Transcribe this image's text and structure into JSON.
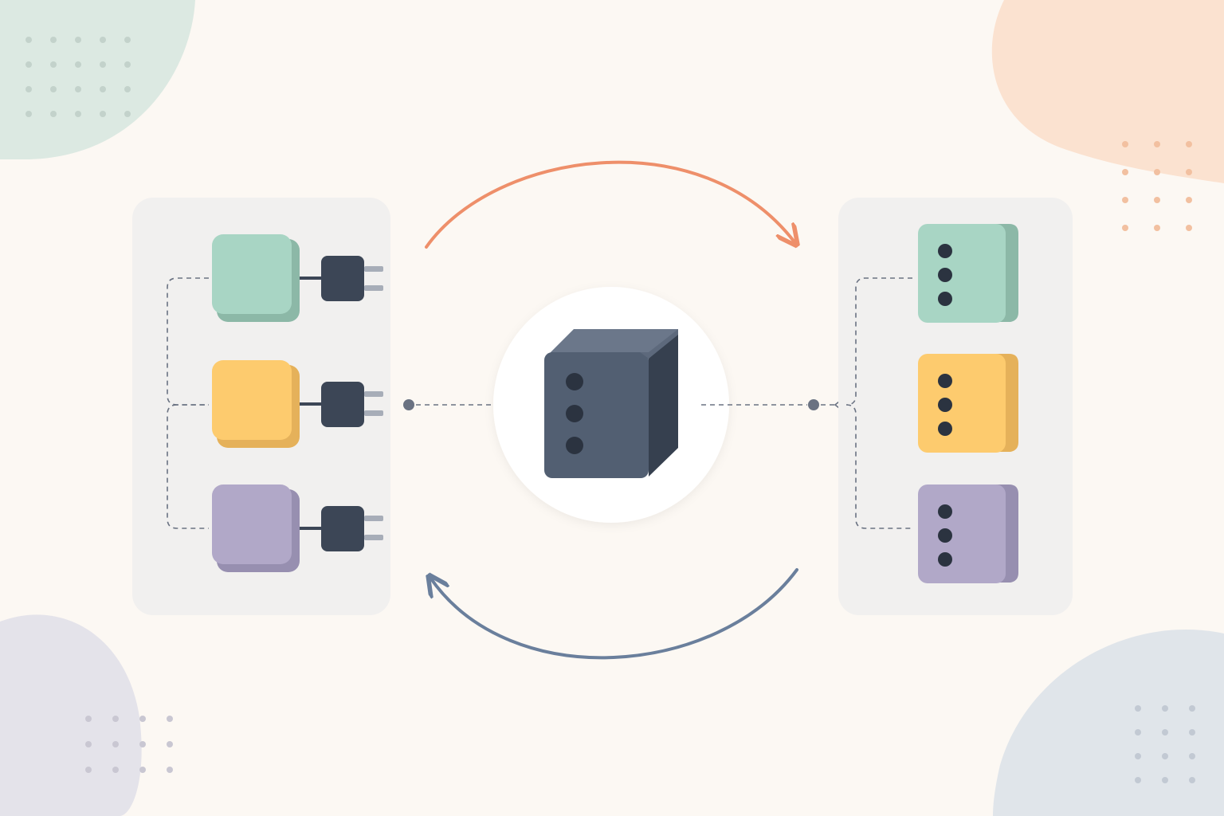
{
  "colors": {
    "background": "#fcf8f3",
    "panel": "#f1f0ef",
    "hub_disc": "#ffffff",
    "hub_front": "#525f72",
    "hub_side": "#36404f",
    "hub_top": "#6b778a",
    "plug": "#3c4656",
    "prong": "#a7adb8",
    "dashed_line": "#6a7282",
    "forward_arrow": "#ee8f6a",
    "return_arrow": "#6a7f9c",
    "green": "#a8d5c4",
    "green_side": "#8cb8a7",
    "yellow": "#fdcb6e",
    "yellow_side": "#e5b15a",
    "purple": "#b1a8c8",
    "purple_side": "#978fb0",
    "blob_green": "#dce9e2",
    "blob_peach": "#fbe2d0",
    "blob_lavender": "#e4e3ea",
    "blob_blue": "#e0e5ea"
  },
  "diagram": {
    "left_panel": {
      "sources": [
        {
          "name": "green",
          "icon": "plug-icon"
        },
        {
          "name": "yellow",
          "icon": "plug-icon"
        },
        {
          "name": "purple",
          "icon": "plug-icon"
        }
      ]
    },
    "hub": {
      "icon": "power-adapter-icon",
      "ports": 3
    },
    "right_panel": {
      "outlets": [
        {
          "name": "green",
          "ports": 3
        },
        {
          "name": "yellow",
          "ports": 3
        },
        {
          "name": "purple",
          "ports": 3
        }
      ]
    },
    "arrows": [
      {
        "name": "forward",
        "direction": "left-to-right",
        "color": "orange"
      },
      {
        "name": "return",
        "direction": "right-to-left",
        "color": "blue"
      }
    ]
  }
}
